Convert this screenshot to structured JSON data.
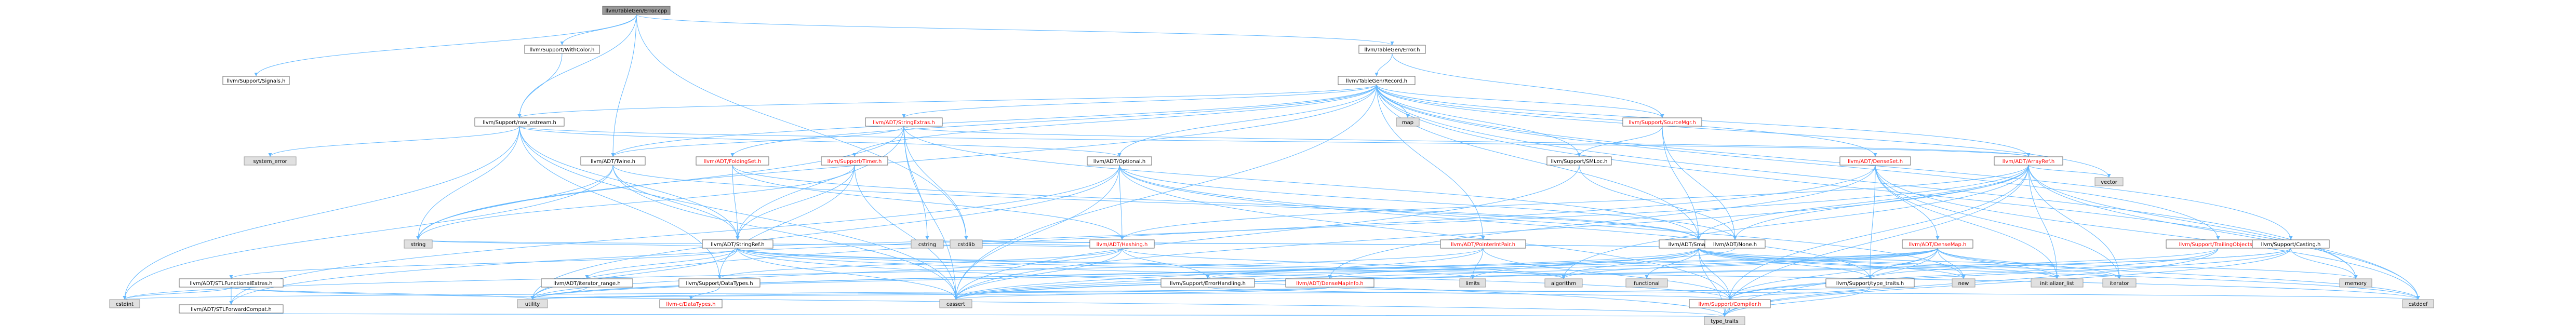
{
  "colors": {
    "root_fill": "#999999",
    "node_fill": "#ffffff",
    "node_border": "#666666",
    "sys_fill": "#e0e0e0",
    "sys_border": "#999999",
    "text": "#000000",
    "red_text": "#ff0000",
    "edge": "#63b8ff"
  },
  "nodes": {
    "root": "llvm/TableGen/Error.cpp",
    "signals": "llvm/Support/Signals.h",
    "withcolor": "llvm/Support/WithColor.h",
    "tgerror": "llvm/TableGen/Error.h",
    "record": "llvm/TableGen/Record.h",
    "raw_ostream": "llvm/Support/raw_ostream.h",
    "stringextras": "llvm/ADT/StringExtras.h",
    "map": "map",
    "sourcemgr": "llvm/Support/SourceMgr.h",
    "system_error": "system_error",
    "twine": "llvm/ADT/Twine.h",
    "foldingset": "llvm/ADT/FoldingSet.h",
    "timer": "llvm/Support/Timer.h",
    "optional": "llvm/ADT/Optional.h",
    "smloc": "llvm/Support/SMLoc.h",
    "denseset": "llvm/ADT/DenseSet.h",
    "arrayref": "llvm/ADT/ArrayRef.h",
    "vector": "vector",
    "trailingobjects": "llvm/Support/TrailingObjects.h",
    "casting": "llvm/Support/Casting.h",
    "hashing": "llvm/ADT/Hashing.h",
    "stringref": "llvm/ADT/StringRef.h",
    "pointerintpair": "llvm/ADT/PointerIntPair.h",
    "smallvector": "llvm/ADT/SmallVector.h",
    "none": "llvm/ADT/None.h",
    "densemap": "llvm/ADT/DenseMap.h",
    "stlfunctionalextras": "llvm/ADT/STLFunctionalExtras.h",
    "string": "string",
    "iterator_range": "llvm/ADT/iterator_range.h",
    "datatypes": "llvm/Support/DataTypes.h",
    "cstring": "cstring",
    "cstdlib": "cstdlib",
    "errorhandling": "llvm/Support/ErrorHandling.h",
    "climits": "limits",
    "functional": "functional",
    "densemapinfo": "llvm/ADT/DenseMapInfo.h",
    "algorithm": "algorithm",
    "typetraits_llvm": "llvm/Support/type_traits.h",
    "new": "new",
    "initializer_list": "initializer_list",
    "iterator": "iterator",
    "memory": "memory",
    "stlforwardcompat": "llvm/ADT/STLForwardCompat.h",
    "cstdint": "cstdint",
    "utility": "utility",
    "c_datatypes": "llvm-c/DataTypes.h",
    "cassert": "cassert",
    "compiler": "llvm/Support/Compiler.h",
    "cstddef": "cstddef",
    "type_traits": "type_traits"
  }
}
